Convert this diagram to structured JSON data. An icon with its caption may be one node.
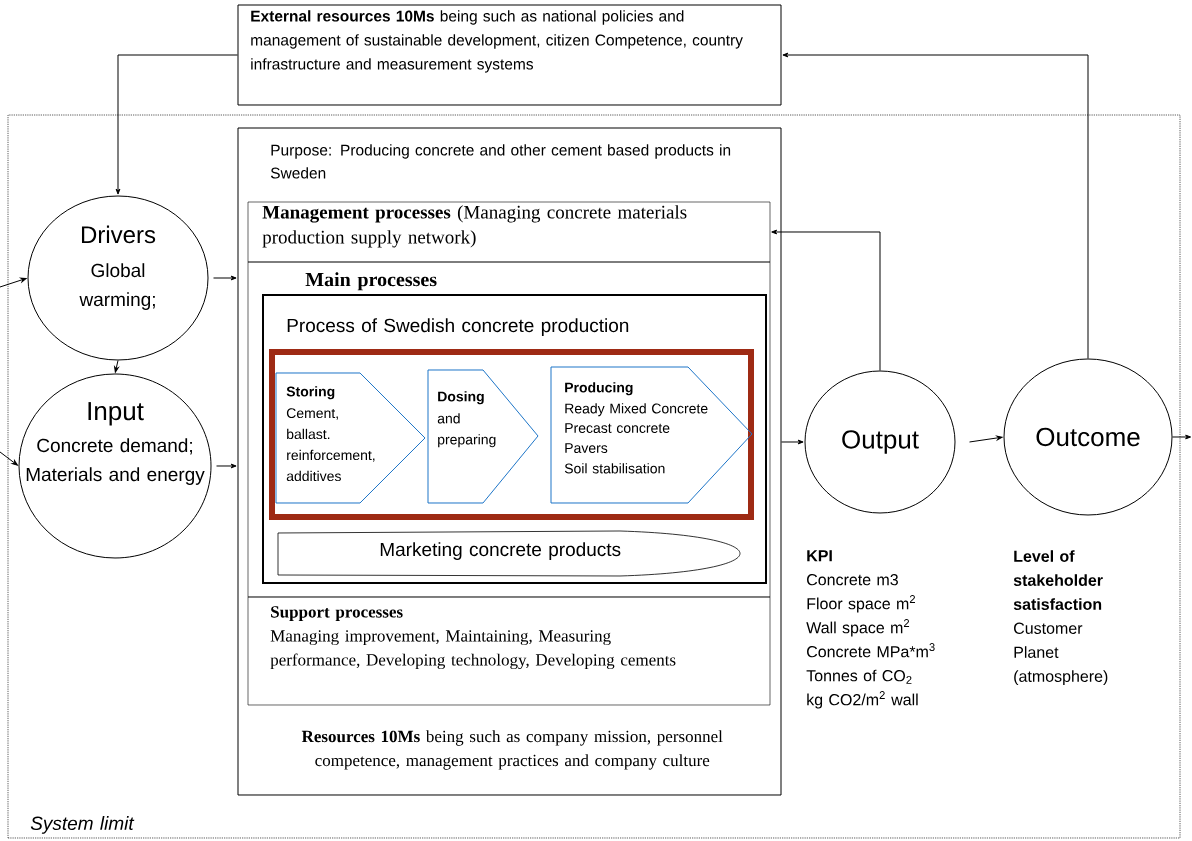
{
  "diagram": {
    "nodes": [
      {
        "text": [
          "**External resources 10Ms** being such as national policies and management of sustainable development, citizen Competence, country infrastructure and measurement systems"
        ]
      },
      {
        "text": [
          "System limit"
        ]
      },
      {
        "text": [
          "Drivers",
          "Global warming;"
        ],
        "in": 1
      },
      {
        "text": [
          "Input",
          "Concrete demand; Materials and energy"
        ],
        "in": 1
      },
      {
        "text": [
          "Purpose: Producing concrete and other cement based products in Sweden",
          "**Resources 10Ms** being such as company mission, personnel competence, management practices and company culture"
        ],
        "in": 1
      },
      {
        "text": [
          "**Management processes** (Managing concrete materials production supply network)"
        ],
        "in": 4
      },
      {
        "text": [
          "Main processes"
        ],
        "in": 4
      },
      {
        "text": [
          "Process of Swedish concrete production"
        ],
        "in": 6
      },
      {
        "text": [],
        "shape": "box",
        "in": 7
      },
      {
        "text": [
          "Storing",
          "Cement, ballast. reinforcement, additives"
        ],
        "in": 8
      },
      {
        "text": [
          "Dosing",
          "and preparing"
        ],
        "in": 8
      },
      {
        "text": [
          "Producing",
          "Ready Mixed Concrete",
          "Precast concrete",
          "Pavers",
          "Soil stabilisation"
        ],
        "in": 8
      },
      {
        "text": [
          "Marketing concrete products"
        ],
        "in": 7
      },
      {
        "text": [
          "Support processes",
          "Managing improvement, Maintaining, Measuring performance, Developing technology, Developing cements"
        ],
        "in": 4
      },
      {
        "text": [
          "Output"
        ],
        "in": 1,
        "beside": [
          "KPI",
          "Concrete m3",
          "Floor space m$^{2}$",
          "Wall space m$^{2}$",
          "Concrete MPa*m$^{3}$",
          "Tonnes of CO$_{2}$",
          "kg CO2/m$^{2}$ wall"
        ]
      },
      {
        "text": [
          "Outcome"
        ],
        "in": 1,
        "beside": [
          "Level of stakeholder satisfaction",
          "Customer",
          "Planet (atmosphere)"
        ]
      }
    ],
    "edges": [
      {
        "from": 0,
        "to": 2,
        "arrow": "to"
      },
      {
        "from": null,
        "to": 2,
        "arrow": "to"
      },
      {
        "from": 2,
        "to": 4,
        "arrow": "to"
      },
      {
        "from": 2,
        "to": 3,
        "arrow": "to"
      },
      {
        "from": null,
        "to": 3,
        "arrow": "to"
      },
      {
        "from": 3,
        "to": 4,
        "arrow": "to"
      },
      {
        "from": 4,
        "to": 14,
        "arrow": "to"
      },
      {
        "from": 14,
        "to": 5,
        "arrow": "to"
      },
      {
        "from": 14,
        "to": 15,
        "arrow": "to"
      },
      {
        "from": 15,
        "to": 0,
        "arrow": "to"
      },
      {
        "from": 15,
        "to": null,
        "arrow": "to"
      }
    ]
  }
}
